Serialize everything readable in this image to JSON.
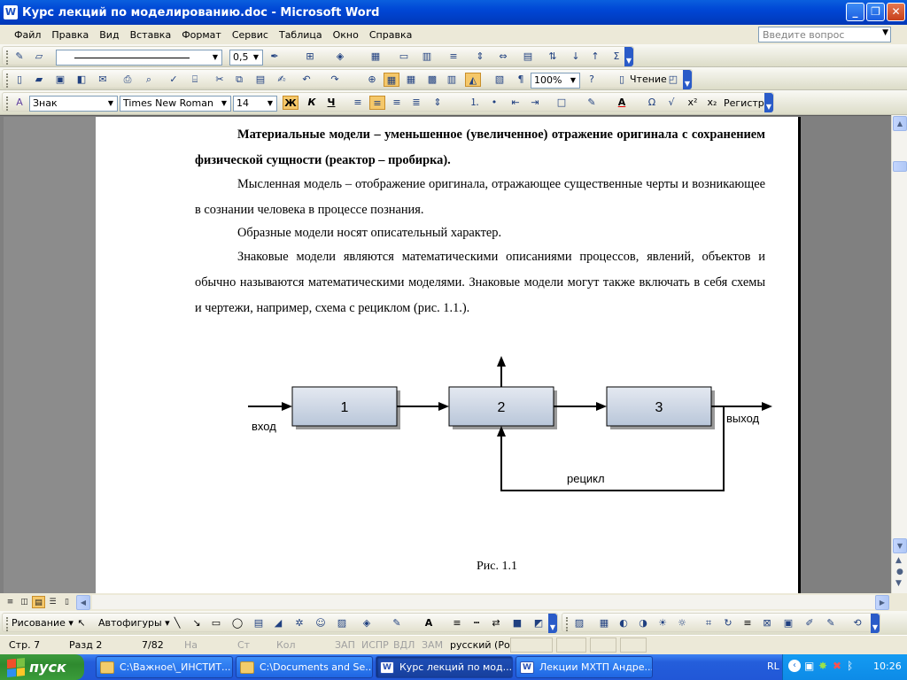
{
  "window": {
    "title": "Курс лекций по моделированию.doc - Microsoft Word",
    "app_icon": "W",
    "min_glyph": "_",
    "max_glyph": "❐",
    "close_glyph": "✕"
  },
  "menu": {
    "items": [
      "Файл",
      "Правка",
      "Вид",
      "Вставка",
      "Формат",
      "Сервис",
      "Таблица",
      "Окно",
      "Справка"
    ],
    "help_placeholder": "Введите вопрос"
  },
  "toolbar_tables": {
    "line_weight": "0,5"
  },
  "toolbar_standard": {
    "zoom": "100%",
    "read_label": "Чтение"
  },
  "toolbar_format": {
    "style": "Знак",
    "font": "Times New Roman",
    "size": "14",
    "bold": "Ж",
    "italic": "К",
    "underline": "Ч",
    "register_label": "Регистр"
  },
  "document": {
    "p1": "Материальные модели – уменьшенное (увеличенное) отражение оригинала с со­хранением физической сущности (реактор – пробирка).",
    "p2": "Мысленная модель – отображение оригинала, отражающее существенные черты и возникающее в сознании человека в процессе познания.",
    "p3": "Образные модели носят описательный характер.",
    "p4": "Знаковые модели  являются математическими описаниями процессов, явлений, объек­тов  и обычно называются математическими моделями. Знаковые модели могут также вклю­чать в себя схемы и чертежи, например, схема с рециклом (рис. 1.1.).",
    "caption": "Рис. 1.1"
  },
  "diagram": {
    "blocks": [
      "1",
      "2",
      "3"
    ],
    "input_label": "вход",
    "output_label": "выход",
    "recycle_label": "рецикл"
  },
  "drawing_toolbar": {
    "draw_label": "Рисование ▾",
    "autoshapes_label": "Автофигуры ▾"
  },
  "status": {
    "page": "Стр.  7",
    "section": "Разд  2",
    "pages": "7/82",
    "at": "На",
    "line": "Ст",
    "col": "Кол",
    "rec": "ЗАП",
    "trk": "ИСПР",
    "ext": "ВДЛ",
    "ovr": "ЗАМ",
    "lang": "русский (Ро"
  },
  "taskbar": {
    "start_label": "пуск",
    "tasks": [
      "C:\\Важное\\_ИНСТИТ...",
      "C:\\Documents and Se...",
      "Курс лекций по мод...",
      "Лекции МХТП Андре..."
    ],
    "lang": "RL",
    "time": "10:26"
  }
}
